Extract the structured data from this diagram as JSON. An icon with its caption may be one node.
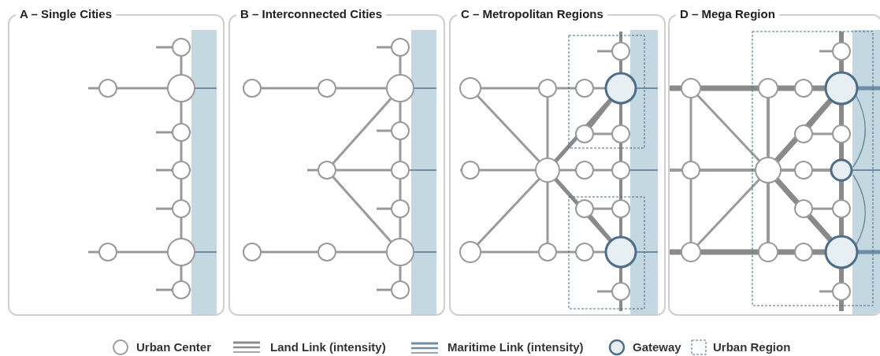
{
  "diagram": {
    "nodes": [
      {
        "text": [
          "A – Single Cities"
        ]
      },
      {
        "text": [
          "B – Interconnected Cities"
        ]
      },
      {
        "text": [
          "C – Metropolitan Regions"
        ]
      },
      {
        "text": [
          "D – Mega Region"
        ]
      }
    ],
    "legend": [
      {
        "text": "Urban Center"
      },
      {
        "text": "Land Link (intensity)"
      },
      {
        "text": "Maritime Link (intensity)"
      },
      {
        "text": "Gateway"
      },
      {
        "text": "Urban Region"
      }
    ]
  }
}
